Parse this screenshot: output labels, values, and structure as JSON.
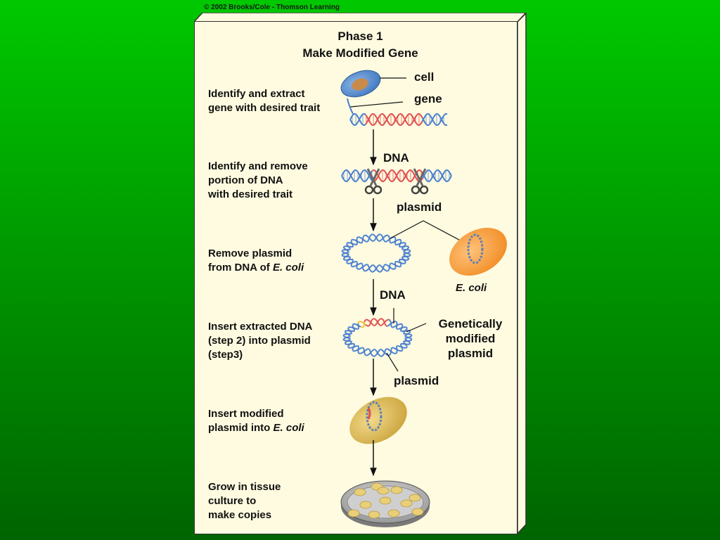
{
  "copyright": "© 2002 Brooks/Cole - Thomson Learning",
  "title": {
    "line1": "Phase 1",
    "line2": "Make Modified Gene"
  },
  "steps": [
    {
      "line1": "Identify and extract",
      "line2": "gene with desired trait"
    },
    {
      "line1": "Identify and remove",
      "line2": "portion of DNA",
      "line3": "with desired trait"
    },
    {
      "line1": "Remove plasmid",
      "line2_prefix": "from DNA of ",
      "line2_italic": "E. coli"
    },
    {
      "line1": "Insert extracted DNA",
      "line2": "(step 2) into plasmid",
      "line3": "(step3)"
    },
    {
      "line1": "Insert modified",
      "line2_prefix": "plasmid into ",
      "line2_italic": "E. coli"
    },
    {
      "line1": "Grow in tissue",
      "line2": "culture to",
      "line3": "make copies"
    }
  ],
  "labels": {
    "cell": "cell",
    "gene": "gene",
    "dna1": "DNA",
    "plasmid1": "plasmid",
    "ecoli": "E. coli",
    "dna2": "DNA",
    "gm_line1": "Genetically",
    "gm_line2": "modified",
    "gm_line3": "plasmid",
    "plasmid2": "plasmid"
  },
  "colors": {
    "background": "#00b000",
    "card": "#fffbe0",
    "dna_blue": "#4a7fd0",
    "dna_red": "#e05050",
    "cell_blue": "#4a86c8",
    "ecoli_orange": "#f59a3a",
    "ecoli_modified": "#d9b84a"
  }
}
